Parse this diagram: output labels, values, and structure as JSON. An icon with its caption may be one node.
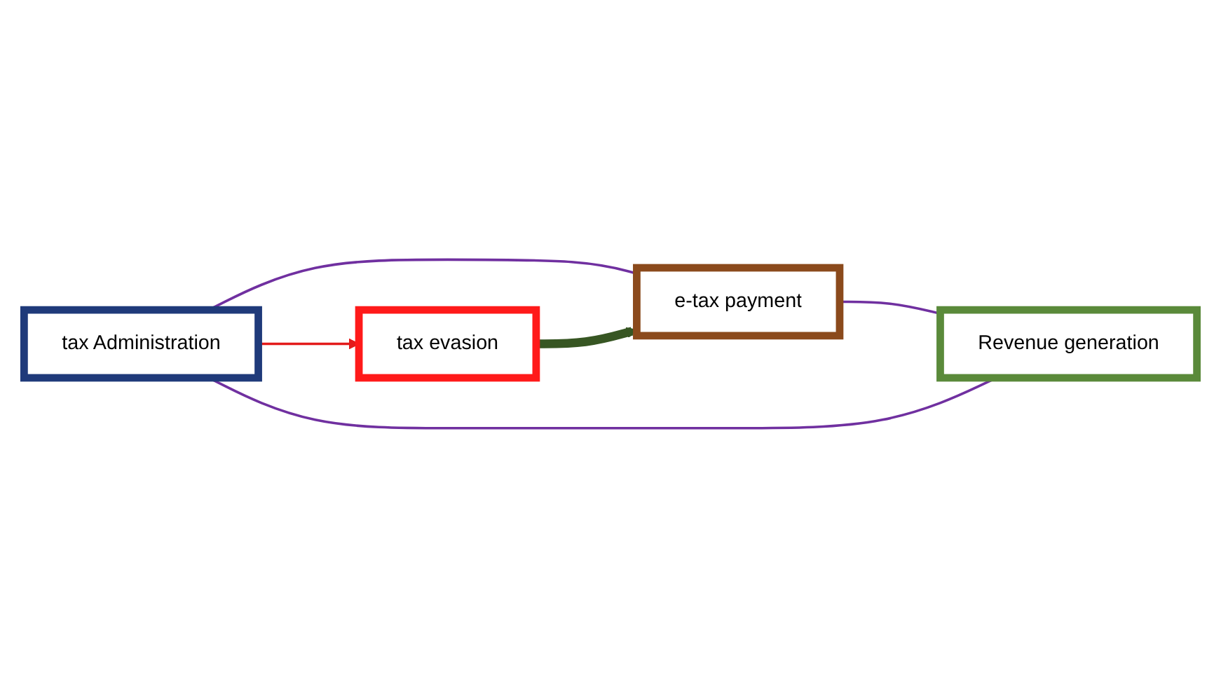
{
  "diagram": {
    "nodes": [
      {
        "text": [
          "tax Administration"
        ]
      },
      {
        "text": [
          "e-tax payment"
        ]
      },
      {
        "text": [
          "tax evasion"
        ]
      },
      {
        "text": [
          "Revenue generation"
        ]
      }
    ],
    "edges": [
      {
        "from": 0,
        "to": 1,
        "arrow": "none"
      },
      {
        "from": 1,
        "to": 3,
        "arrow": "none"
      },
      {
        "from": 3,
        "to": 0,
        "arrow": "none"
      },
      {
        "from": 0,
        "to": 2,
        "arrow": "to",
        "color": "#e31b1b"
      },
      {
        "from": 2,
        "to": 1,
        "arrow": "to",
        "style": "thick",
        "color": "#375623"
      }
    ]
  }
}
